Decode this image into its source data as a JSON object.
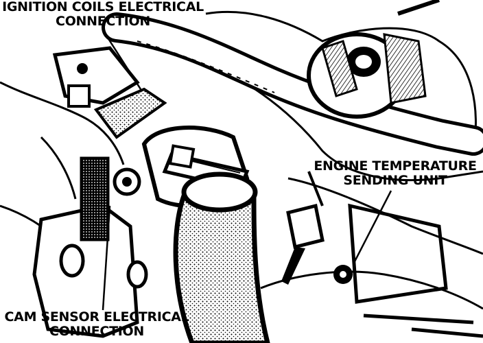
{
  "labels": {
    "ignition_coils": {
      "line1": "IGNITION COILS ELECTRICAL",
      "line2": "CONNECTION"
    },
    "engine_temp": {
      "line1": "ENGINE TEMPERATURE",
      "line2": "SENDING UNIT"
    },
    "cam_sensor": {
      "line1": "CAM SENSOR ELECTRICAL",
      "line2": "CONNECTION"
    }
  },
  "colors": {
    "ink": "#000000",
    "paper": "#ffffff"
  }
}
